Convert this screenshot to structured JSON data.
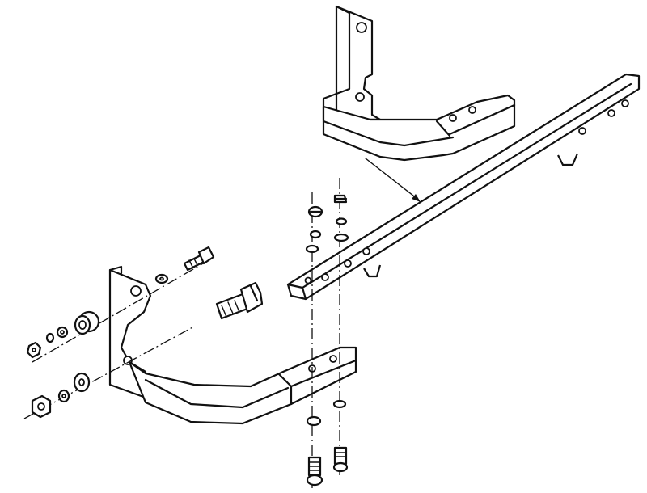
{
  "diagram": {
    "type": "exploded-parts-view",
    "parts": [
      {
        "id": "rear-bracket",
        "icon": "bracket"
      },
      {
        "id": "front-bracket",
        "icon": "bracket"
      },
      {
        "id": "cross-bar",
        "icon": "bar"
      },
      {
        "id": "bolt",
        "icon": "bolt"
      },
      {
        "id": "spacer",
        "icon": "spacer"
      },
      {
        "id": "washer",
        "icon": "washer"
      },
      {
        "id": "lock-washer",
        "icon": "lock-washer"
      },
      {
        "id": "nut",
        "icon": "nut"
      }
    ],
    "colors": {
      "line": "#111111",
      "background": "#ffffff"
    }
  }
}
